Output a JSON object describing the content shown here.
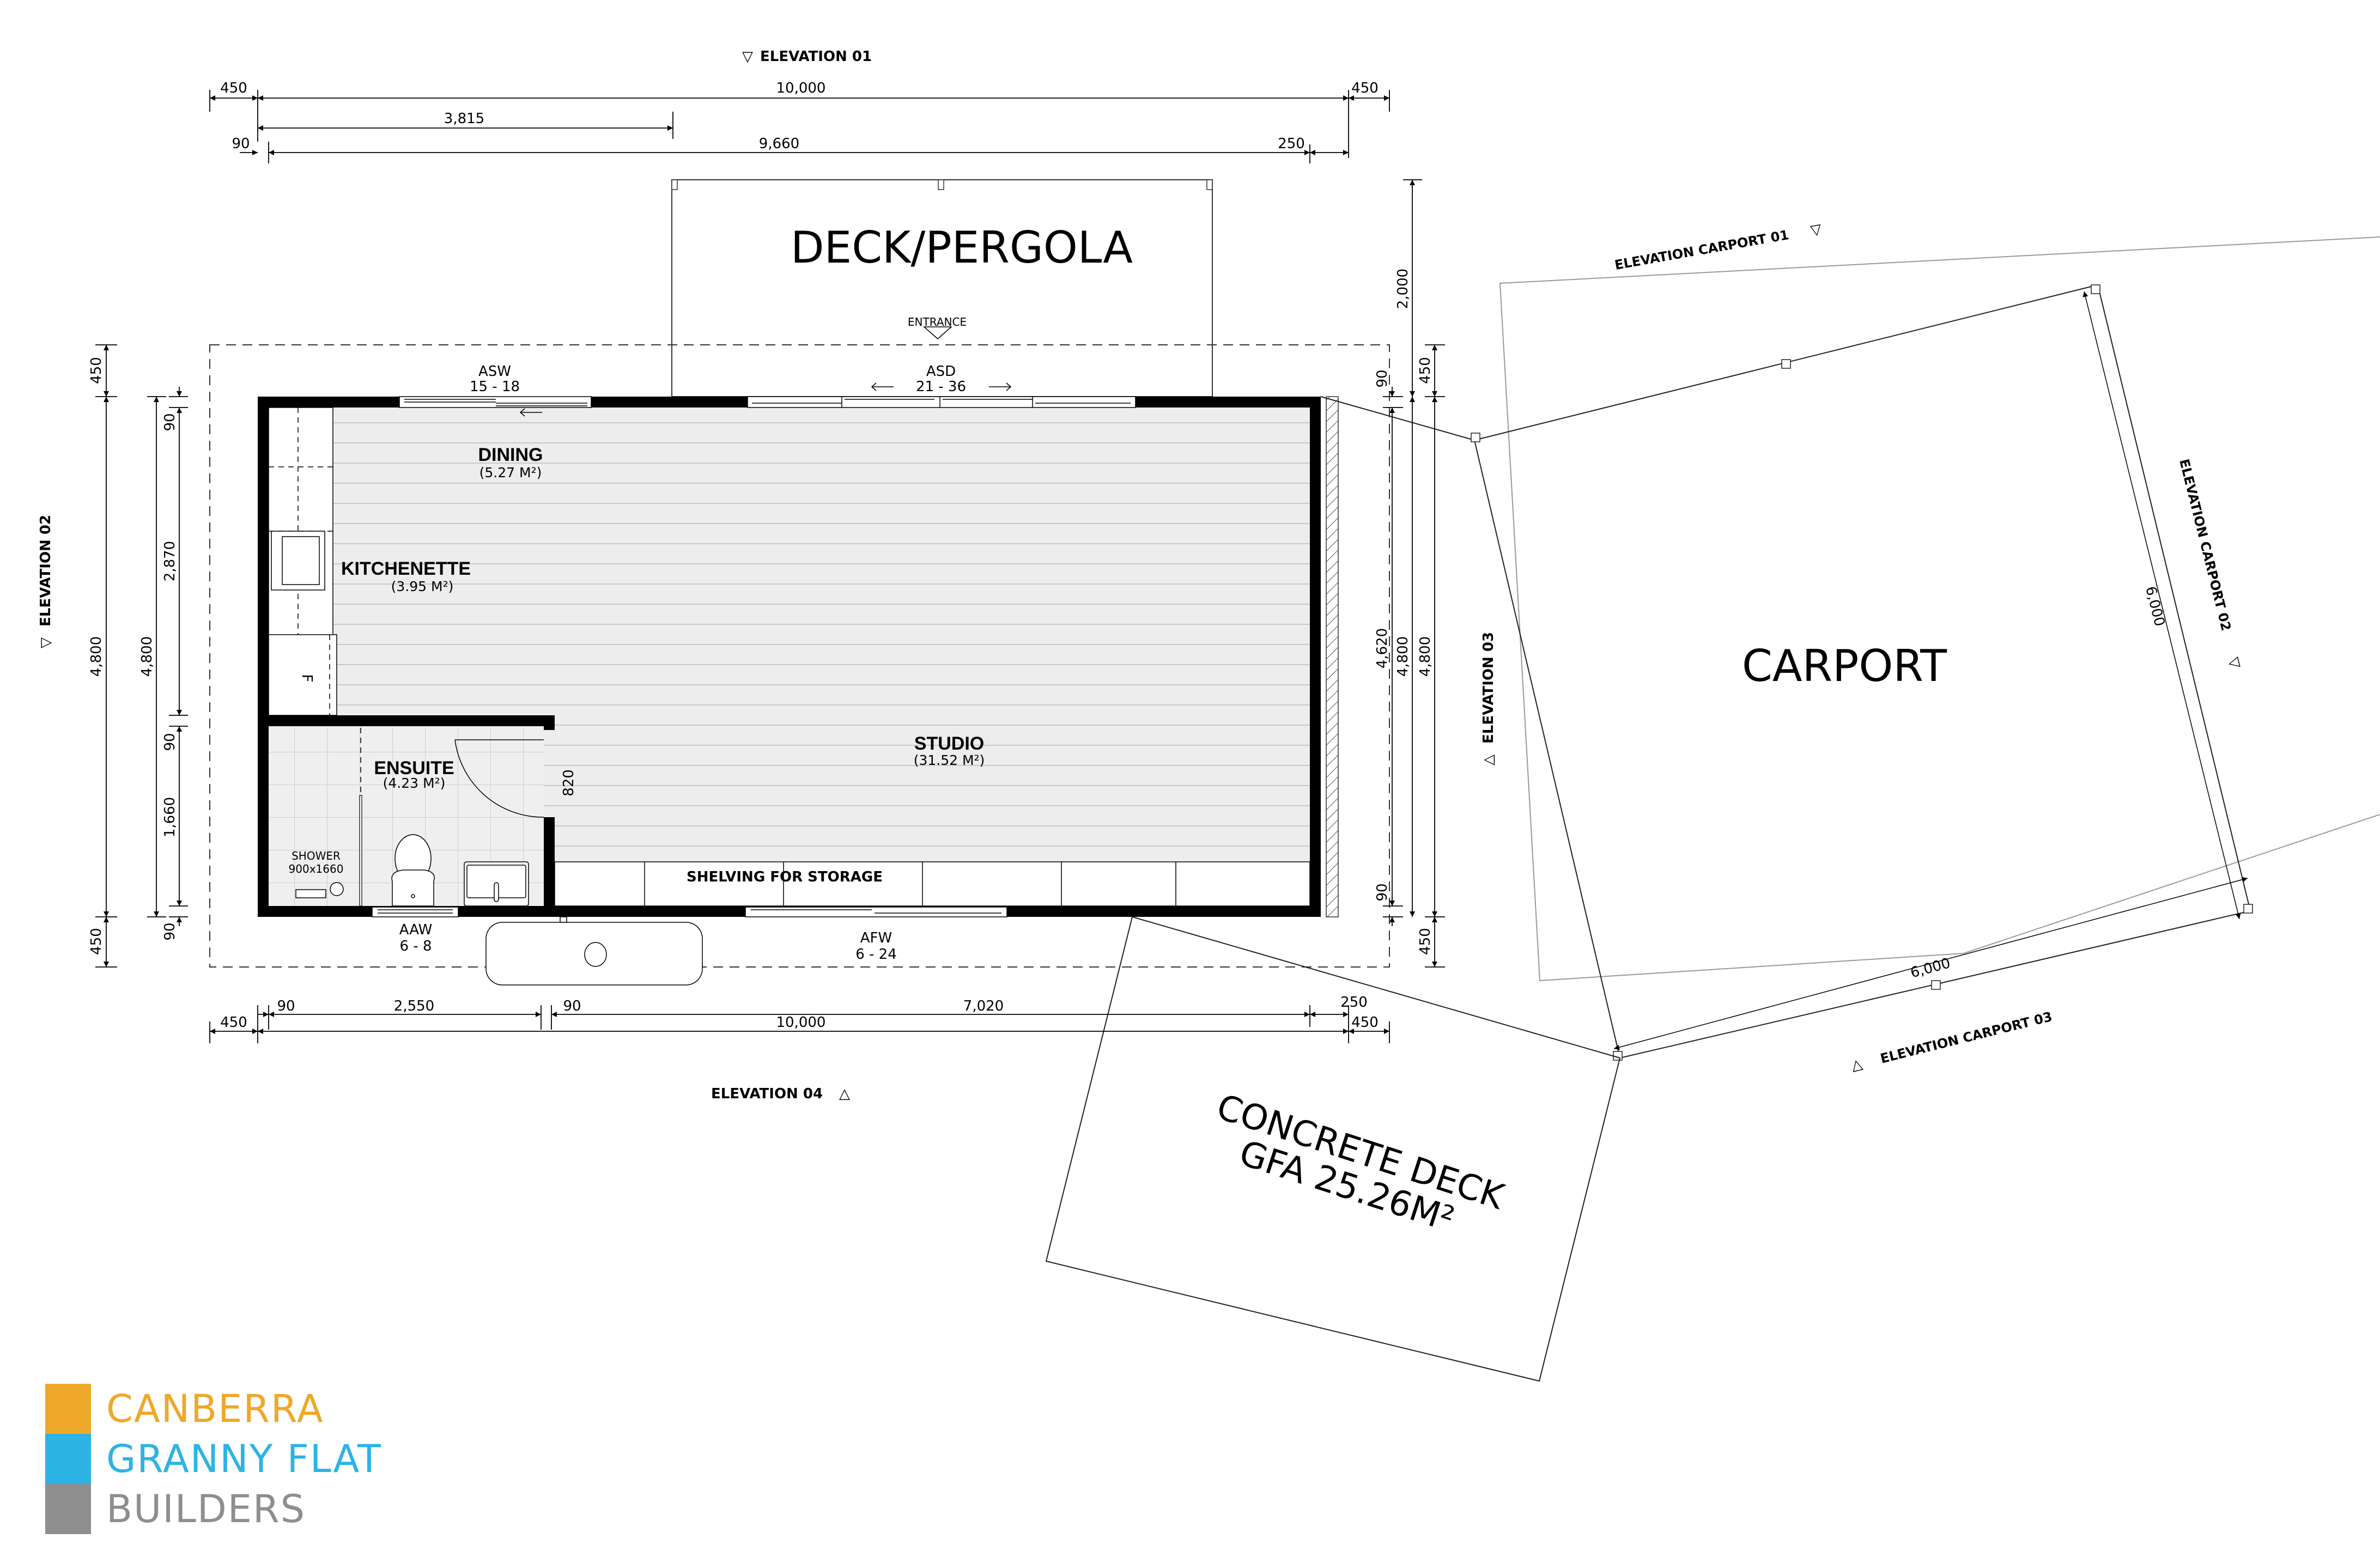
{
  "drawing": {
    "title_blocks": {
      "deck_pergola": "DECK/PERGOLA",
      "carport": "CARPORT",
      "concrete_deck_line1": "CONCRETE DECK",
      "concrete_deck_line2": "GFA 25.26M²",
      "entrance": "ENTRANCE"
    },
    "elevations": {
      "e01": "ELEVATION 01",
      "e02": "ELEVATION 02",
      "e03": "ELEVATION 03",
      "e04": "ELEVATION 04",
      "carport01": "ELEVATION CARPORT 01",
      "carport02": "ELEVATION CARPORT 02",
      "carport03": "ELEVATION CARPORT 03",
      "marker_down": "▽",
      "marker_up": "△"
    },
    "rooms": [
      {
        "name": "DINING",
        "area": "(5.27 M²)"
      },
      {
        "name": "KITCHENETTE",
        "area": "(3.95 M²)"
      },
      {
        "name": "ENSUITE",
        "area": "(4.23 M²)"
      },
      {
        "name": "STUDIO",
        "area": "(31.52 M²)"
      }
    ],
    "fixtures": {
      "shower_label": "SHOWER",
      "shower_size": "900x1660",
      "fridge": "F",
      "shelving": "SHELVING FOR STORAGE",
      "door_width": "820"
    },
    "openings": [
      {
        "code": "ASW",
        "range": "15 - 18"
      },
      {
        "code": "ASD",
        "range": "21 - 36"
      },
      {
        "code": "AAW",
        "range": "6 - 8"
      },
      {
        "code": "AFW",
        "range": "6 - 24"
      }
    ],
    "dimensions": {
      "top": {
        "row1": [
          "450",
          "10,000",
          "450"
        ],
        "row2": [
          "3,815"
        ],
        "row3": [
          "90",
          "9,660",
          "250"
        ]
      },
      "bottom": {
        "row1": [
          "90",
          "2,550",
          "90",
          "7,020",
          "250"
        ],
        "row2": [
          "450",
          "10,000",
          "450"
        ]
      },
      "left": {
        "outer": [
          "450",
          "4,800",
          "450"
        ],
        "middle": [
          "4,800"
        ],
        "inner": [
          "90",
          "2,870",
          "90",
          "1,660",
          "90"
        ]
      },
      "right": {
        "inner": [
          "90",
          "4,620",
          "90"
        ],
        "middle": [
          "2,000",
          "4,800"
        ],
        "outer": [
          "450",
          "4,800",
          "450"
        ]
      },
      "carport": {
        "side": "6,000",
        "front": "6,000"
      }
    }
  },
  "logo": {
    "lines": [
      {
        "text": "CANBERRA",
        "color": "#EEA82A"
      },
      {
        "text": "GRANNY FLAT",
        "color": "#2DB3E6"
      },
      {
        "text": "BUILDERS",
        "color": "#8E8E8E"
      }
    ]
  },
  "colors": {
    "wall": "#000000",
    "floor": "#EDEDED",
    "floor_line": "#C9C9C9",
    "faint_line": "#9A9A9A"
  }
}
